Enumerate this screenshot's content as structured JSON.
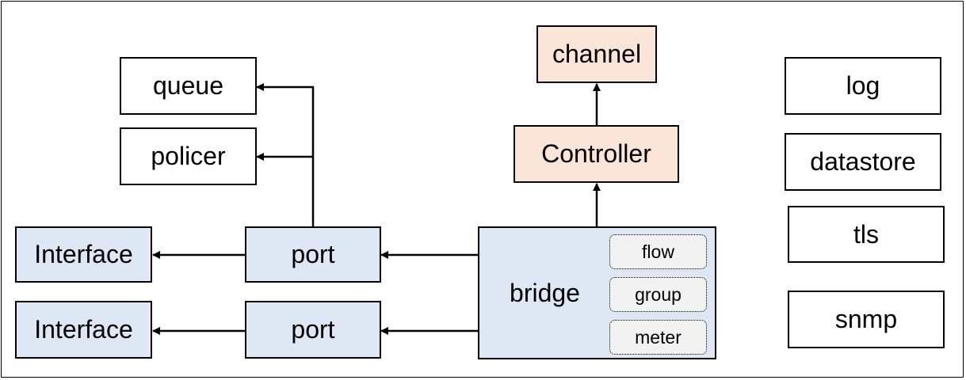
{
  "nodes": {
    "queue": "queue",
    "policer": "policer",
    "interface_1": "Interface",
    "interface_2": "Interface",
    "port_1": "port",
    "port_2": "port",
    "bridge": "bridge",
    "flow": "flow",
    "group": "group",
    "meter": "meter",
    "controller": "Controller",
    "channel": "channel",
    "log": "log",
    "datastore": "datastore",
    "tls": "tls",
    "snmp": "snmp"
  },
  "colors": {
    "blue_fill": "#dde8f4",
    "peach_fill": "#fbe5d8",
    "sub_fill": "#f2f2f2",
    "line": "#000000"
  },
  "edges": [
    {
      "from": "port_1",
      "to": "queue"
    },
    {
      "from": "port_1",
      "to": "policer"
    },
    {
      "from": "port_1",
      "to": "interface_1"
    },
    {
      "from": "port_2",
      "to": "interface_2"
    },
    {
      "from": "bridge",
      "to": "port_1"
    },
    {
      "from": "bridge",
      "to": "port_2"
    },
    {
      "from": "bridge",
      "to": "controller"
    },
    {
      "from": "controller",
      "to": "channel"
    }
  ]
}
